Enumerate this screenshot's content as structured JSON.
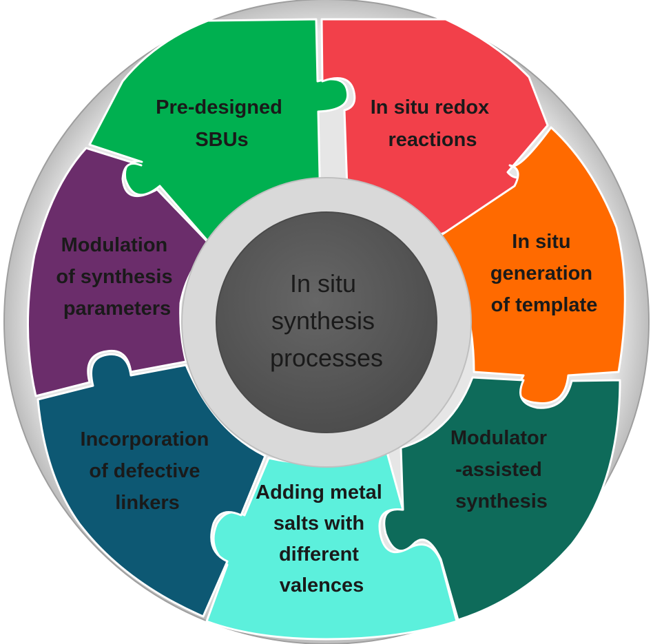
{
  "center": {
    "lines": [
      "In situ",
      "synthesis",
      "processes"
    ],
    "color": "#595959"
  },
  "ring_color": "#d9d9d9",
  "segments": [
    {
      "id": "pre-designed-sbus",
      "lines": [
        "Pre-designed",
        "SBUs"
      ],
      "color": "#00b050"
    },
    {
      "id": "in-situ-redox-reactions",
      "lines": [
        "In situ redox",
        "reactions"
      ],
      "color": "#f2404a"
    },
    {
      "id": "in-situ-generation-of-template",
      "lines": [
        "In situ",
        "generation",
        "of template"
      ],
      "color": "#ff6a00"
    },
    {
      "id": "modulator-assisted-synthesis",
      "lines": [
        "Modulator",
        "-assisted",
        "synthesis"
      ],
      "color": "#0e6b5a"
    },
    {
      "id": "adding-metal-salts",
      "lines": [
        "Adding metal",
        "salts with",
        "different",
        "valences"
      ],
      "color": "#5cf0dc"
    },
    {
      "id": "incorporation-of-defective-linkers",
      "lines": [
        "Incorporation",
        "of defective",
        "linkers"
      ],
      "color": "#0d5873"
    },
    {
      "id": "modulation-of-synthesis-parameters",
      "lines": [
        "Modulation",
        "of synthesis",
        "parameters"
      ],
      "color": "#6b2d6b"
    }
  ]
}
